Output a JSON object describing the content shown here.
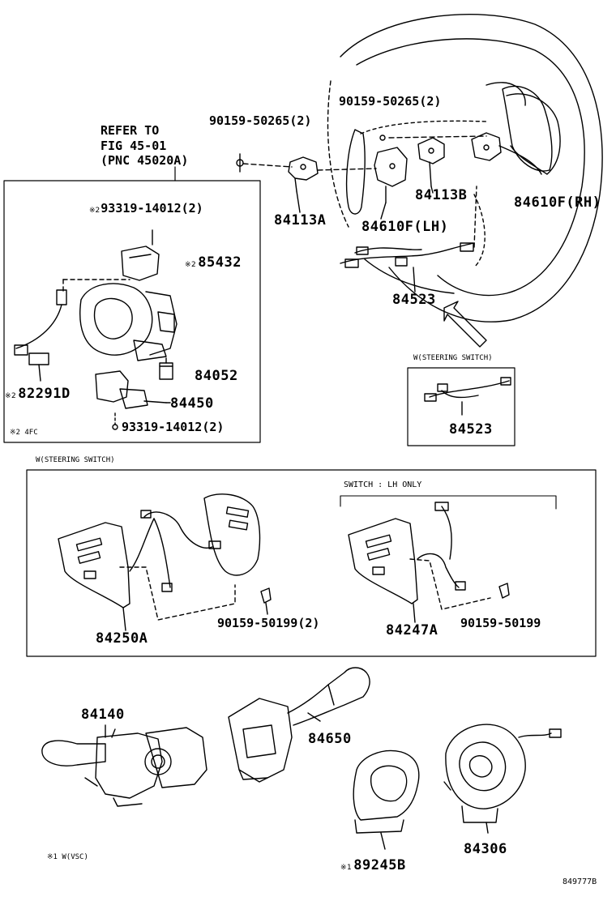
{
  "refer": {
    "line1": "REFER TO",
    "line2": "FIG 45-01",
    "line3": "(PNC 45020A)"
  },
  "parts": {
    "bolt_top_left": "90159-50265(2)",
    "bolt_top_right": "90159-50265(2)",
    "p84113A": "84113A",
    "p84113B": "84113B",
    "p84610F_LH": "84610F(LH)",
    "p84610F_RH": "84610F(RH)",
    "p84523_main": "84523",
    "p84523_box": "84523",
    "screw_top": "93319-14012(2)",
    "p85432": "85432",
    "p84052": "84052",
    "p82291D": "82291D",
    "p84450": "84450",
    "screw_bottom": "93319-14012(2)",
    "p84250A": "84250A",
    "bolt_84250A": "90159-50199(2)",
    "p84247A": "84247A",
    "bolt_84247A": "90159-50199",
    "p84140": "84140",
    "p84650": "84650",
    "p89245B": "89245B",
    "p84306": "84306"
  },
  "markers": {
    "note2": "※2",
    "note1": "※1"
  },
  "notes": {
    "box_note": "※2 4FC",
    "steering_switch_box": "W(STEERING SWITCH)",
    "steering_switch_panel": "W(STEERING SWITCH)",
    "lh_only": "SWITCH : LH ONLY",
    "bottom_note": "※1 W(VSC)"
  },
  "figure_id": "849777B"
}
